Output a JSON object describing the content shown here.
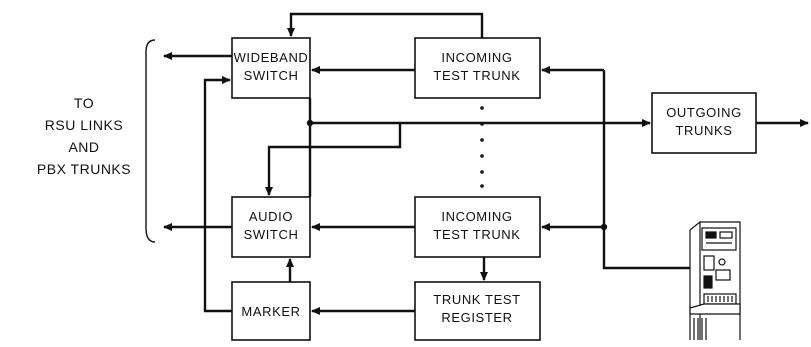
{
  "side_label": {
    "line1": "TO",
    "line2": "RSU LINKS",
    "line3": "AND",
    "line4": "PBX TRUNKS"
  },
  "blocks": {
    "wideband_switch": [
      "WIDEBAND",
      "SWITCH"
    ],
    "incoming_test_trunk_top": [
      "INCOMING",
      "TEST TRUNK"
    ],
    "outgoing_trunks": [
      "OUTGOING",
      "TRUNKS"
    ],
    "audio_switch": [
      "AUDIO",
      "SWITCH"
    ],
    "incoming_test_trunk_bottom": [
      "INCOMING",
      "TEST TRUNK"
    ],
    "marker": [
      "MARKER"
    ],
    "trunk_test_register": [
      "TRUNK TEST",
      "REGISTER"
    ]
  },
  "colors": {
    "ink": "#111111",
    "background": "#ffffff"
  },
  "icons": {
    "test_console": "test-console-icon"
  }
}
